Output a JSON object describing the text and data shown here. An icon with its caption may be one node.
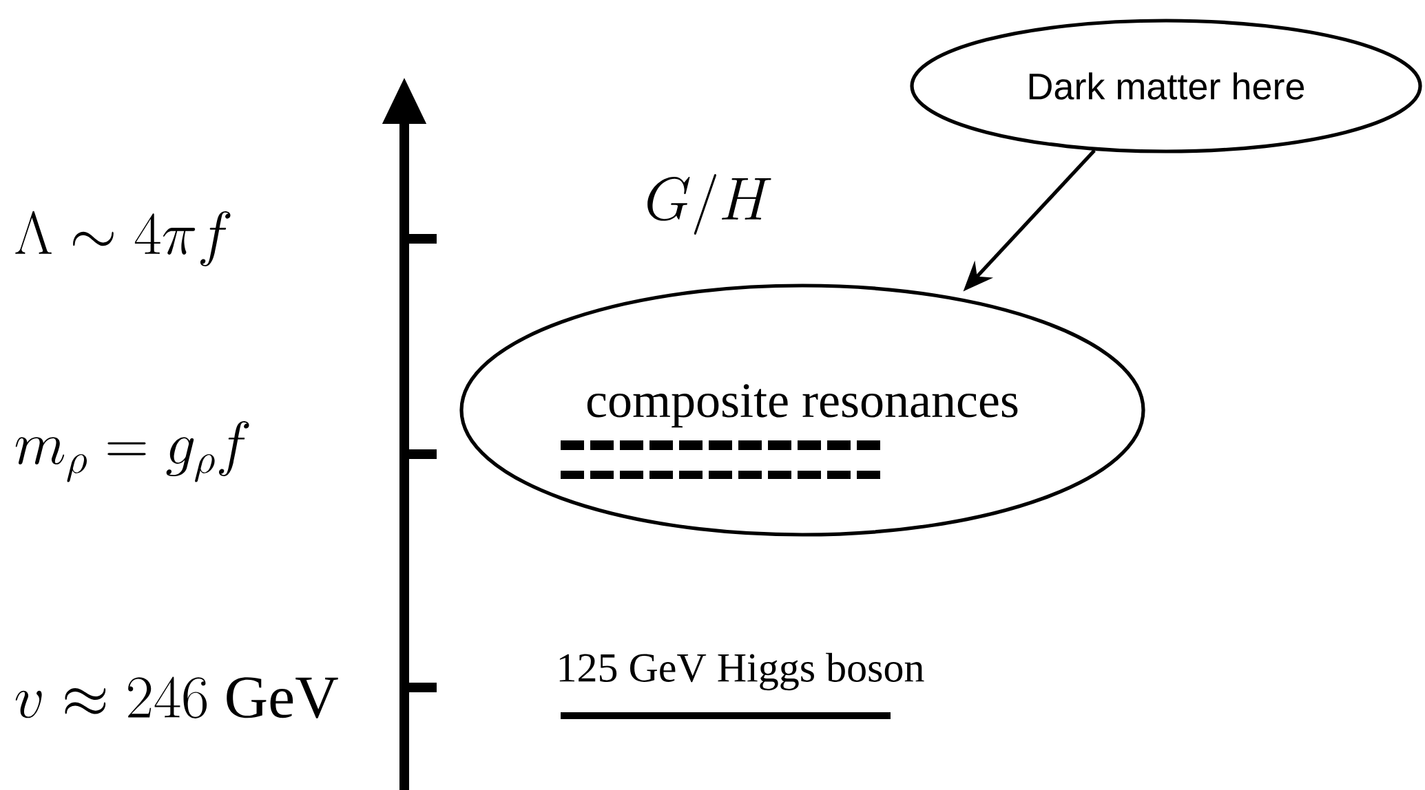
{
  "diagram": {
    "nodes": [
      {
        "text": [
          "Dark matter here"
        ]
      },
      {
        "text": [
          "composite resonances"
        ]
      }
    ],
    "edges": [
      {
        "from": 0,
        "to": 1,
        "arrow": "to"
      }
    ],
    "labels": [
      "G/H",
      "\\Lambda \\sim 4\\pi f",
      "m_\\rho = g_\\rho f",
      "125 GeV Higgs boson",
      "v \\approx 246~\\mathrm{GeV}"
    ]
  }
}
